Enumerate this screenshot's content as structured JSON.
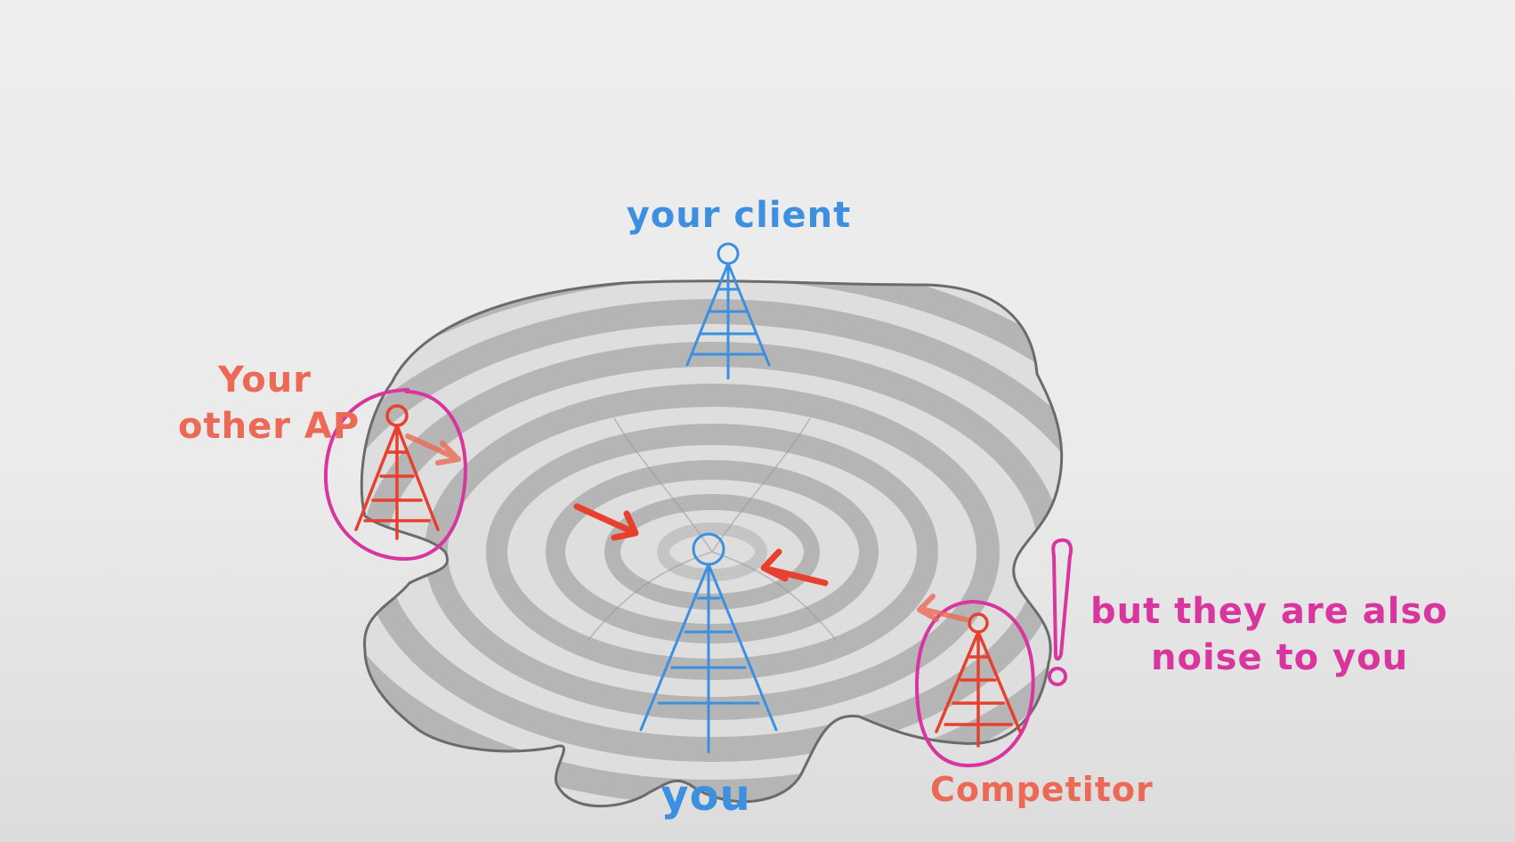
{
  "labels": {
    "client": "your client",
    "other_ap_line1": "Your",
    "other_ap_line2": "other AP",
    "competitor": "Competitor",
    "note_line1": "but they are also",
    "note_line2": "noise to you",
    "you": "you"
  },
  "colors": {
    "blue": "#3d8fe0",
    "red": "#e8402e",
    "salmon": "#ec6a55",
    "magenta": "#d9359e",
    "outline": "#6b6b6b",
    "band_dark": "#b5b5b5",
    "band_light": "#dedede"
  },
  "icons": [
    "client-antenna-icon",
    "you-antenna-icon",
    "other-ap-antenna-icon",
    "competitor-antenna-icon",
    "exclamation-icon"
  ]
}
